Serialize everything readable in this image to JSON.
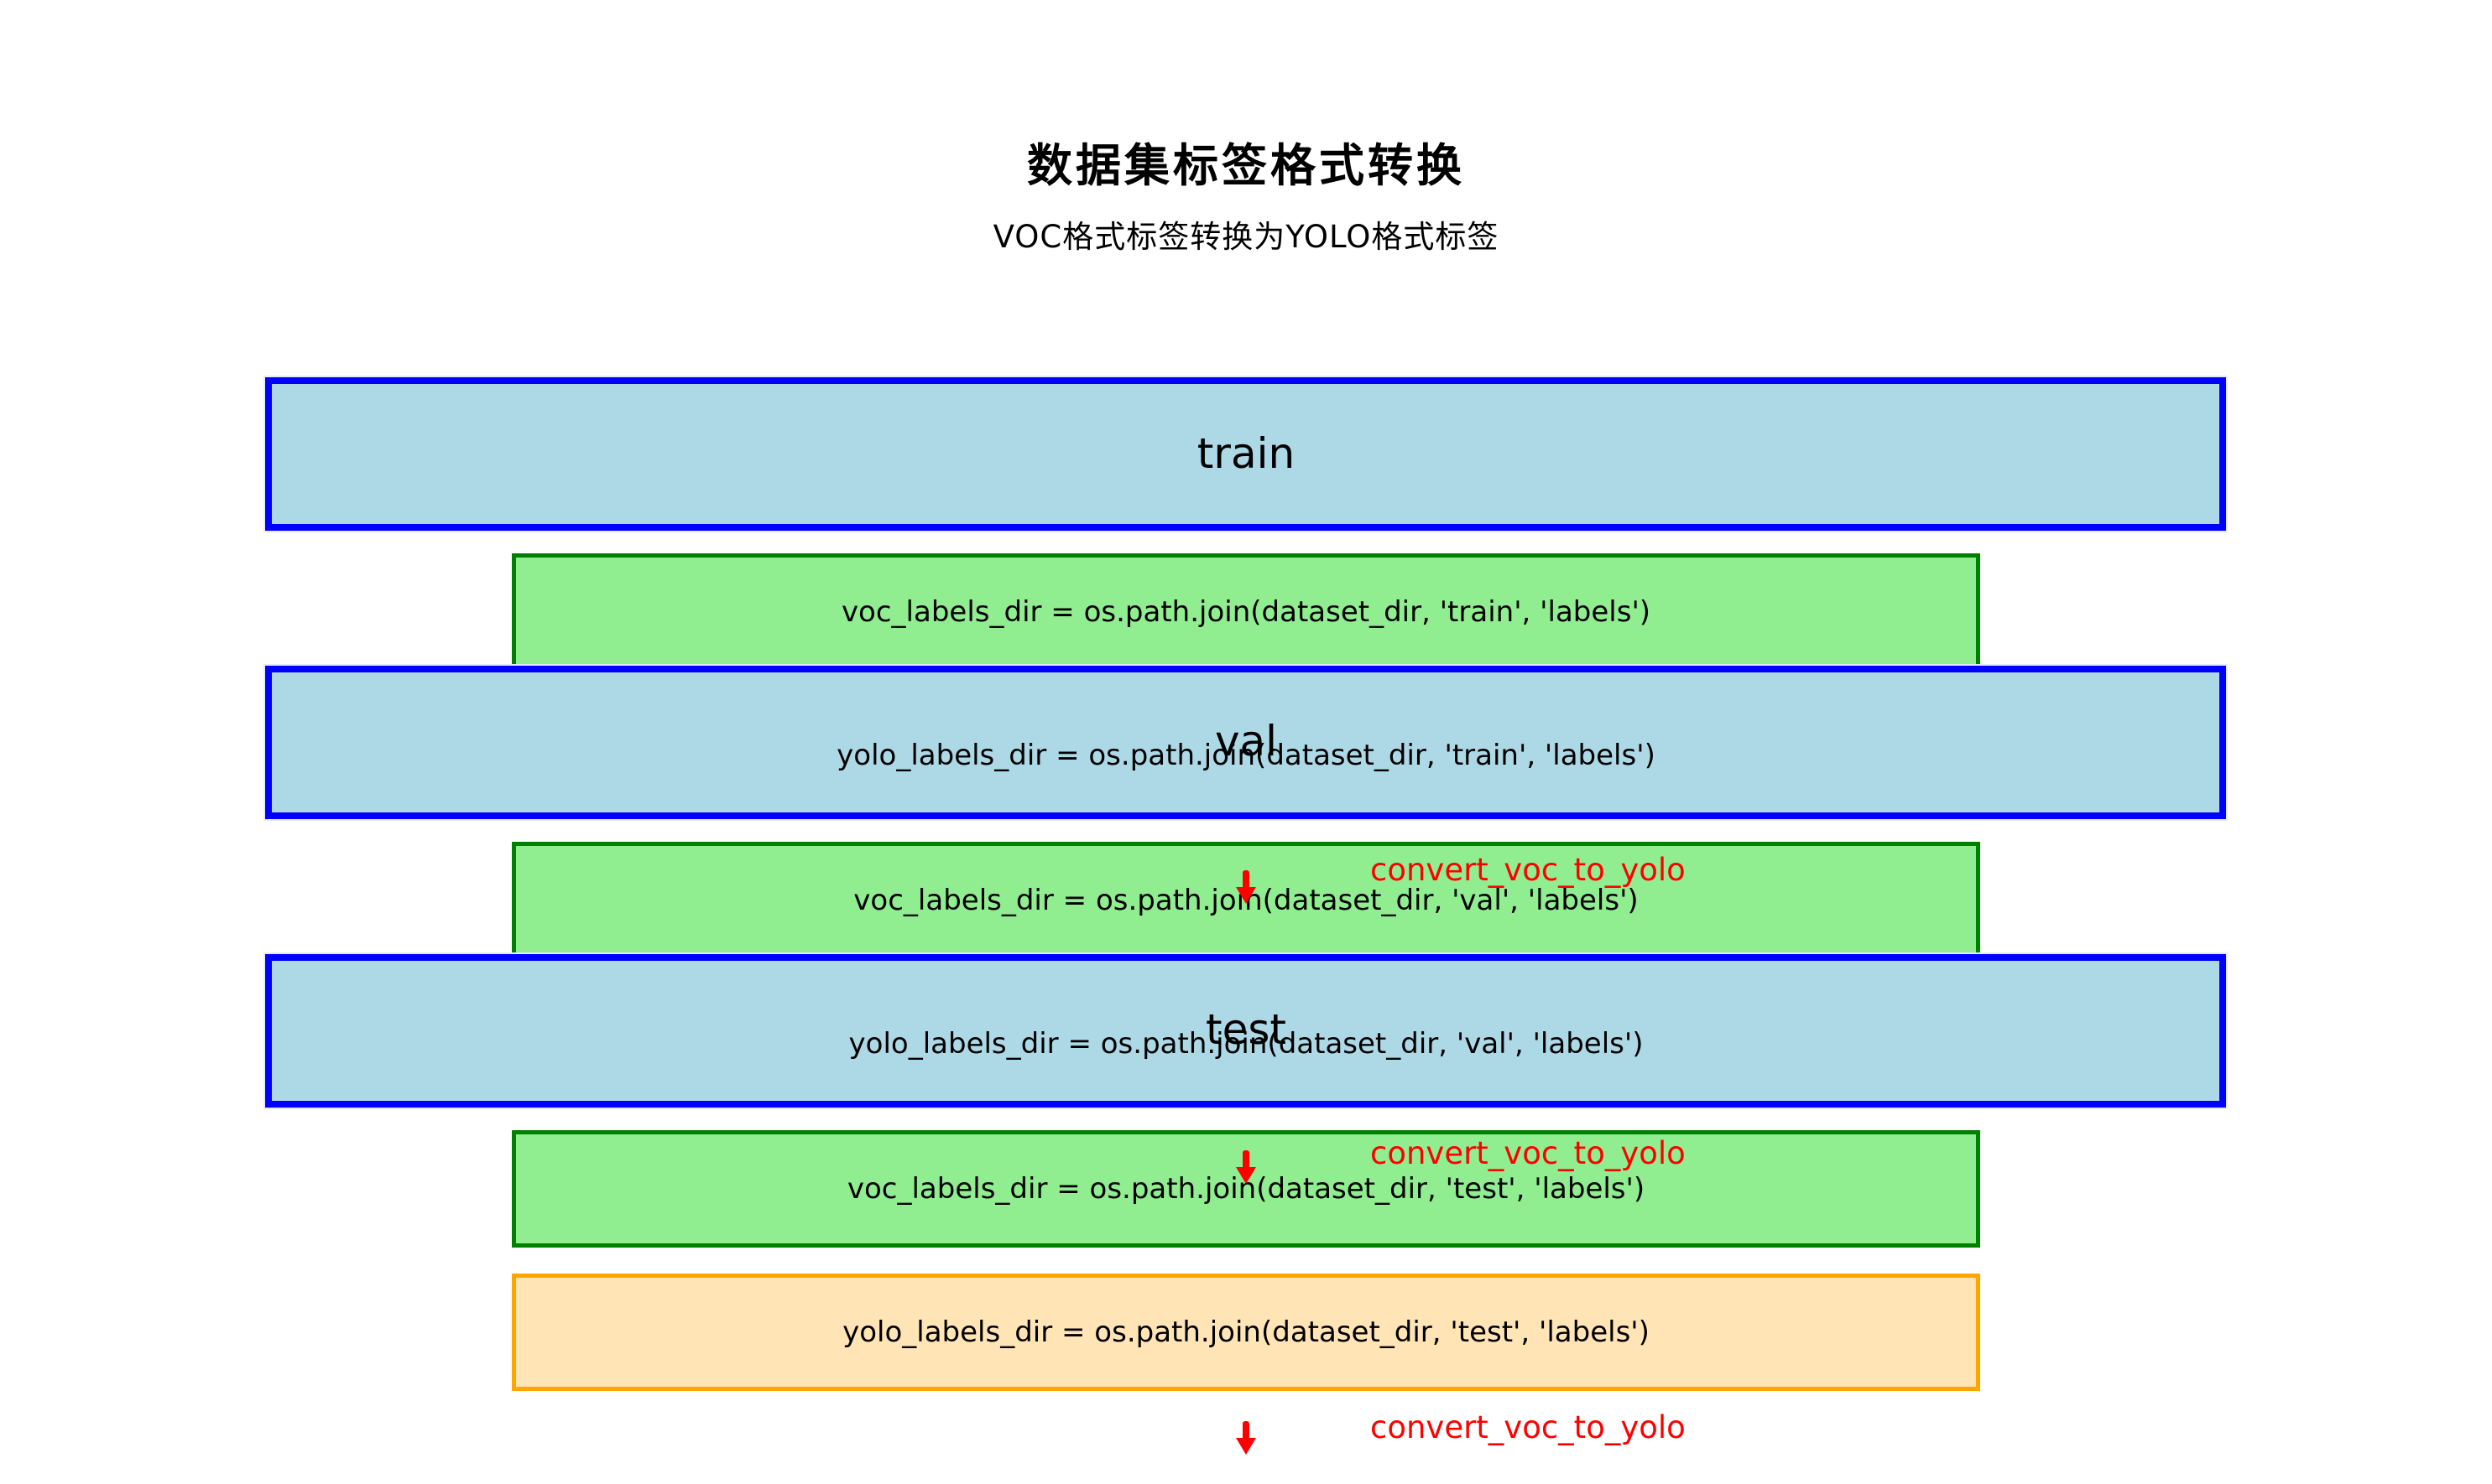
{
  "figure": {
    "title": "数据集标签格式转换",
    "subtitle": "VOC格式标签转换为YOLO格式标签"
  },
  "colors": {
    "split_box_fill": "#ADD8E6",
    "split_box_border": "#0000FF",
    "voc_box_fill": "#90EE90",
    "voc_box_border": "#008000",
    "yolo_box_fill": "#FFE4B5",
    "yolo_box_border": "#FFA500",
    "annotation_red": "#FF0000",
    "text_black": "#000000"
  },
  "sections": [
    {
      "label": "train",
      "voc_code": "voc_labels_dir = os.path.join(dataset_dir, 'train', 'labels')",
      "yolo_code": "yolo_labels_dir = os.path.join(dataset_dir, 'train', 'labels')",
      "annotation": "convert_voc_to_yolo"
    },
    {
      "label": "val",
      "voc_code": "voc_labels_dir = os.path.join(dataset_dir, 'val', 'labels')",
      "yolo_code": "yolo_labels_dir = os.path.join(dataset_dir, 'val', 'labels')",
      "annotation": "convert_voc_to_yolo"
    },
    {
      "label": "test",
      "voc_code": "voc_labels_dir = os.path.join(dataset_dir, 'test', 'labels')",
      "yolo_code": "yolo_labels_dir = os.path.join(dataset_dir, 'test', 'labels')",
      "annotation": "convert_voc_to_yolo"
    }
  ]
}
